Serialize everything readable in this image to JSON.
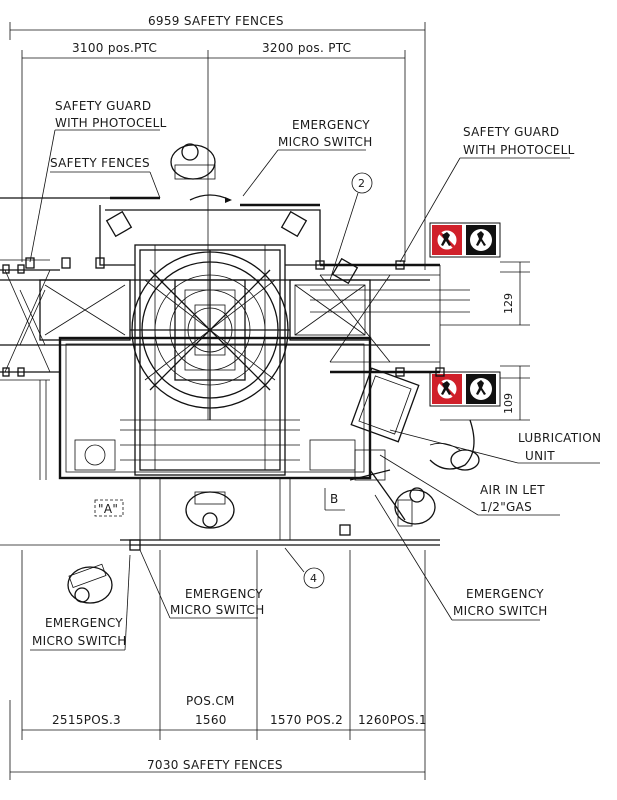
{
  "dimensions": {
    "top_total": "6959 SAFETY FENCES",
    "top_left": "3100 pos.PTC",
    "top_right": "3200 pos. PTC",
    "right_upper": "129",
    "right_lower": "109",
    "bottom_pos3": "2515POS.3",
    "bottom_poscm_label": "POS.CM",
    "bottom_poscm_value": "1560",
    "bottom_pos2": "1570 POS.2",
    "bottom_pos1": "1260POS.1",
    "bottom_total": "7030 SAFETY FENCES"
  },
  "labels": {
    "safety_guard_left_1": "SAFETY GUARD",
    "safety_guard_left_2": "WITH PHOTOCELL",
    "safety_fences": "SAFETY FENCES",
    "emergency_top_1": "EMERGENCY",
    "emergency_top_2": "MICRO SWITCH",
    "safety_guard_right_1": "SAFETY GUARD",
    "safety_guard_right_2": "WITH PHOTOCELL",
    "lubrication_1": "LUBRICATION",
    "lubrication_2": "UNIT",
    "air_inlet_1": "AIR IN LET",
    "air_inlet_2": "1/2\"GAS",
    "emergency_mid_1": "EMERGENCY",
    "emergency_mid_2": "MICRO SWITCH",
    "emergency_left_1": "EMERGENCY",
    "emergency_left_2": "MICRO SWITCH",
    "emergency_right_1": "EMERGENCY",
    "emergency_right_2": "MICRO SWITCH",
    "view_a": "\"A\"",
    "view_b": "B",
    "callout_2": "2",
    "callout_4": "4"
  },
  "colors": {
    "line": "#111111",
    "sign_red": "#d0202a",
    "background": "#ffffff"
  },
  "icons": {
    "prohibition_sign": "no-entry-person-sign",
    "operator": "operator-figure"
  }
}
